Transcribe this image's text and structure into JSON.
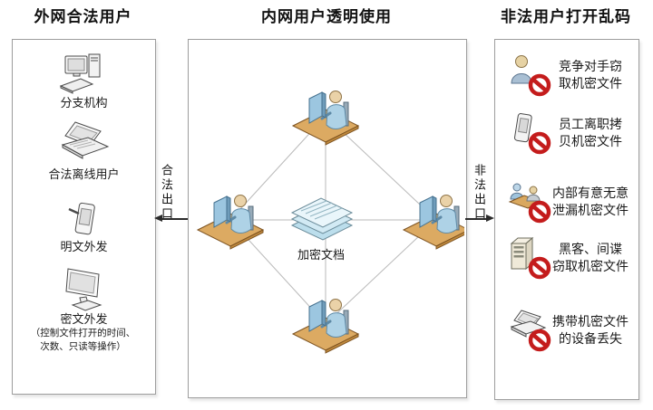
{
  "left_panel": {
    "title": "外网合法用户",
    "items": [
      {
        "icon": "desktop-computer-icon",
        "label": "分支机构"
      },
      {
        "icon": "laptop-icon",
        "label": "合法离线用户"
      },
      {
        "icon": "pda-icon",
        "label": "明文外发"
      },
      {
        "icon": "monitor-icon",
        "label": "密文外发",
        "note_line1": "（控制文件打开的时间、",
        "note_line2": "次数、只读等操作）"
      }
    ]
  },
  "center_panel": {
    "title": "内网用户透明使用",
    "doc_label": "加密文档",
    "node_icon": "workstation-user-icon",
    "hub_icon": "encrypted-docs-icon"
  },
  "right_panel": {
    "title": "非法用户打开乱码",
    "items": [
      {
        "icon": "person-prohibited-icon",
        "line1": "竞争对手窃",
        "line2": "取机密文件"
      },
      {
        "icon": "pda-prohibited-icon",
        "line1": "员工离职拷",
        "line2": "贝机密文件"
      },
      {
        "icon": "insider-prohibited-icon",
        "line1": "内部有意无意",
        "line2": "泄漏机密文件"
      },
      {
        "icon": "server-prohibited-icon",
        "line1": "黑客、间谍",
        "line2": "窃取机密文件"
      },
      {
        "icon": "laptop-prohibited-icon",
        "line1": "携带机密文件",
        "line2": "的设备丢失"
      }
    ]
  },
  "connectors": {
    "left_label": "合法出口",
    "right_label": "非法出口"
  },
  "colors": {
    "panel_border": "#9d9d9d",
    "mesh_line": "#b9b9b9",
    "desk_tan": "#d9a85f",
    "person_blue": "#aed2e6",
    "doc_blue": "#d8edf6",
    "prohibit_red": "#c41c1c",
    "text": "#1a1a1a"
  }
}
